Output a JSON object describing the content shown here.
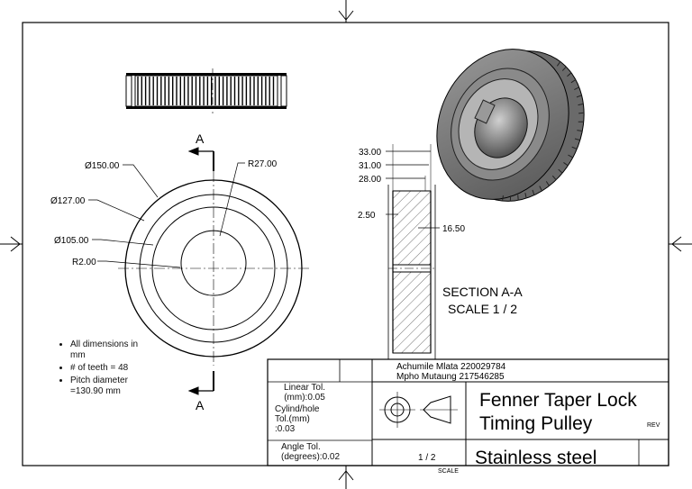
{
  "drawing": {
    "dimensions": {
      "d150": "Ø150.00",
      "d127": "Ø127.00",
      "d105": "Ø105.00",
      "r2": "R2.00",
      "r27": "R27.00",
      "w33": "33.00",
      "w31": "31.00",
      "w28": "28.00",
      "t250": "2.50",
      "t1650": "16.50"
    },
    "section_marker": "A",
    "section_title": "SECTION A-A",
    "section_scale": "SCALE 1 / 2",
    "notes": [
      "All dimensions in mm",
      "# of teeth = 48",
      "Pitch diameter =130.90 mm"
    ]
  },
  "title_block": {
    "authors": [
      "Achumile Mlata 220029784",
      "Mpho Mutaung 217546285"
    ],
    "tolerances": {
      "linear": "Linear Tol.(mm):0.05",
      "cylind": "Cylind/hole Tol.(mm) :0.03",
      "angle": "Angle Tol.(degrees):0.02"
    },
    "title_line1": "Fenner Taper Lock",
    "title_line2": "Timing Pulley",
    "rev_label": "REV",
    "scale_value": "1 / 2",
    "scale_label": "SCALE",
    "material": "Stainless steel"
  }
}
